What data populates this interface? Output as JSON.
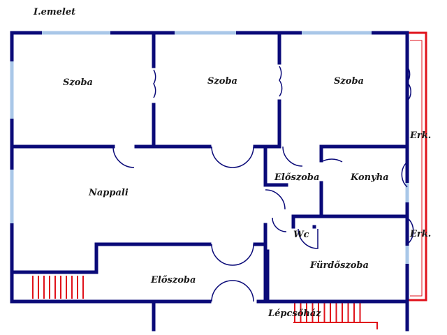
{
  "floor_title": "I.emelet",
  "rooms": {
    "szoba_1": "Szoba",
    "szoba_2": "Szoba",
    "szoba_3": "Szoba",
    "nappali": "Nappali",
    "eloszoba_upper": "Előszoba",
    "konyha": "Konyha",
    "wc": "Wc",
    "furdoszoba": "Fürdőszoba",
    "eloszoba_lower": "Előszoba",
    "erkely_upper": "Erk.",
    "erkely_lower": "Erk.",
    "lepcsohaz": "Lépcsőház"
  },
  "colors": {
    "wall": "#0a0a78",
    "window": "#a9c7e8",
    "balcony_rail": "#e0121b",
    "stairs": "#e0121b"
  }
}
